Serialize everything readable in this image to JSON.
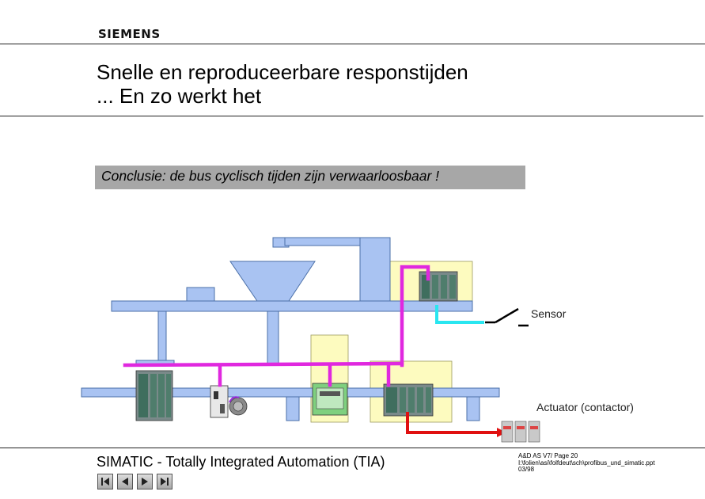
{
  "brand": {
    "logo_text": "SIEMENS"
  },
  "slide": {
    "title_line1": "Snelle en reproduceerbare responstijden",
    "title_line2": "... En zo werkt het",
    "conclusion": "Conclusie: de bus cyclisch tijden zijn verwaarloosbaar !"
  },
  "diagram": {
    "sensor_label": "Sensor",
    "actuator_label": "Actuator (contactor)"
  },
  "footer": {
    "title": "SIMATIC - Totally Integrated Automation (TIA)",
    "meta_line1": "A&D AS V7/  Page 20",
    "meta_line2": "I:\\folien\\asi\\folfdeut\\sch\\profibus_und_simatic.ppt",
    "meta_line3": "03/98"
  },
  "nav": {
    "buttons": [
      "first",
      "previous",
      "next",
      "last"
    ]
  },
  "colors": {
    "machine_fill": "#a9c3f2",
    "machine_stroke": "#4a6fa8",
    "panel_fill": "#fdfbbf",
    "bus": "#e028df",
    "sensor_link": "#29e6f0",
    "actuator_link": "#e01010",
    "conclusion_bg": "#a7a7a7"
  }
}
